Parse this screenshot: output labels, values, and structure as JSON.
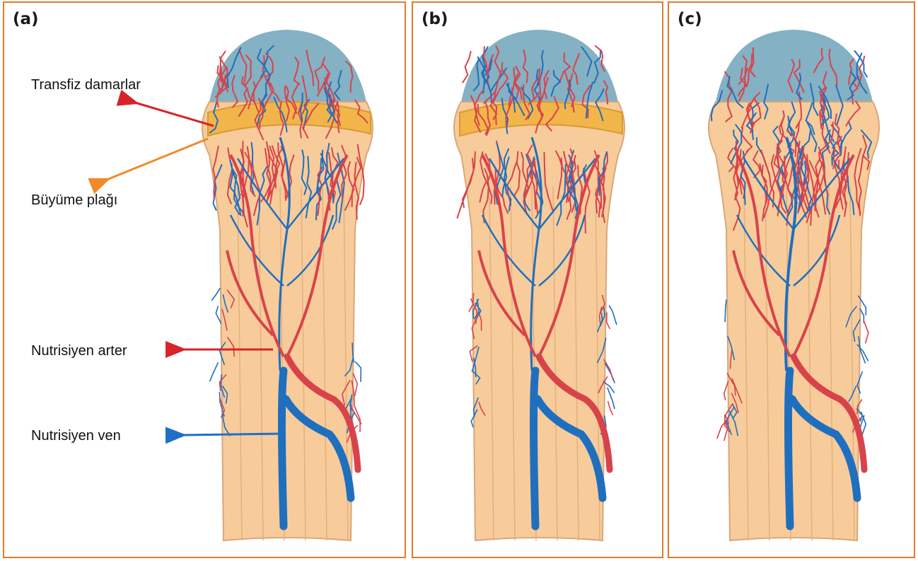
{
  "panels": [
    {
      "tag": "(a)"
    },
    {
      "tag": "(b)"
    },
    {
      "tag": "(c)"
    }
  ],
  "labels": {
    "transfiz": "Transfiz damarlar",
    "buyume": "Büyüme plağı",
    "arter": "Nutrisiyen arter",
    "ven": "Nutrisiyen ven"
  },
  "colors": {
    "frame": "#e07b2e",
    "artery": "#d8434b",
    "vein": "#1f6fbf",
    "bone": "#f7cc9a",
    "growth_plate": "#f2b54a",
    "cartilage": "#6fa3b8"
  }
}
